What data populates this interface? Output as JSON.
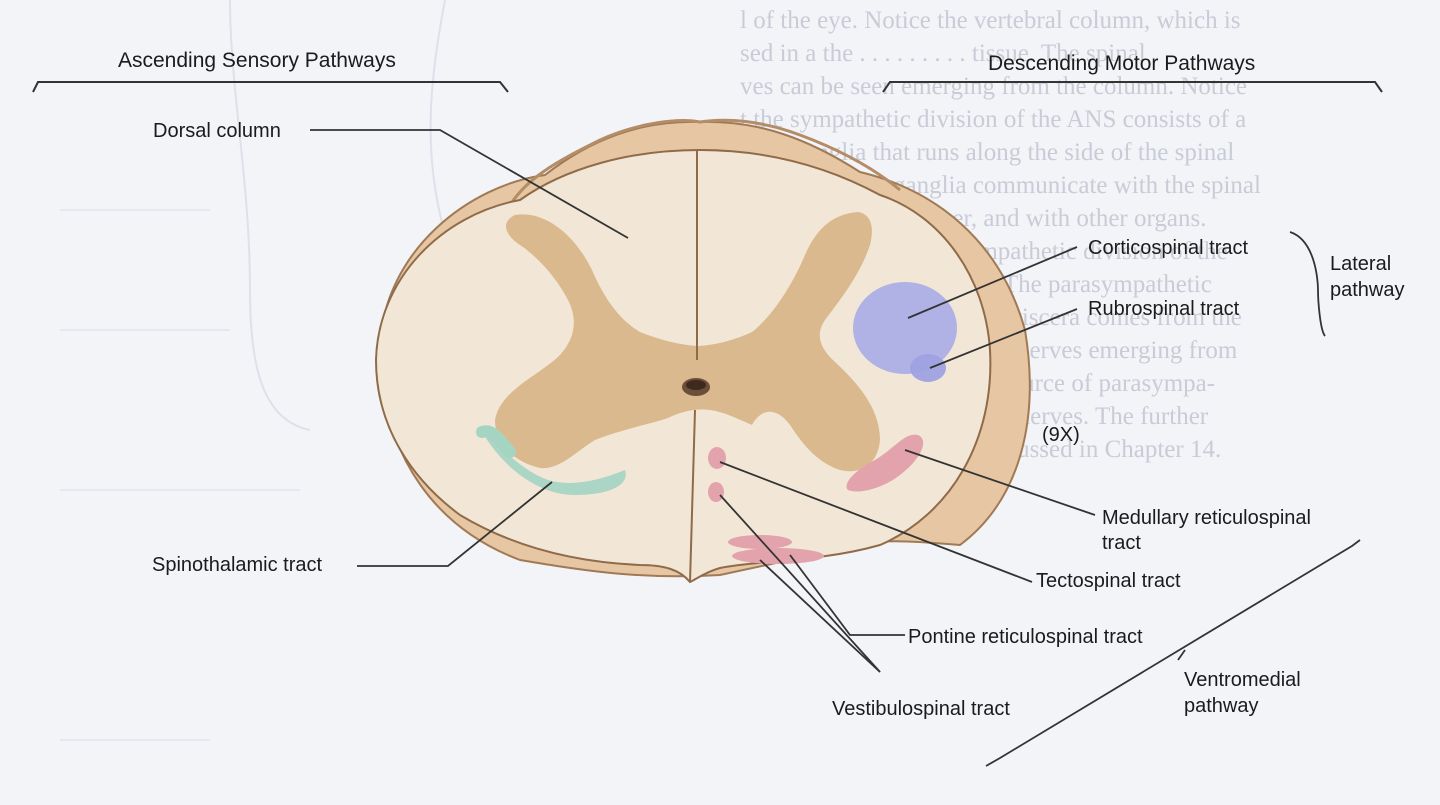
{
  "headers": {
    "ascending": "Ascending Sensory Pathways",
    "descending": "Descending Motor Pathways"
  },
  "magnification": "(9X)",
  "labels": {
    "dorsal_column": "Dorsal column",
    "spinothalamic": "Spinothalamic tract",
    "corticospinal": "Corticospinal tract",
    "rubrospinal": "Rubrospinal tract",
    "lateral_line1": "Lateral",
    "lateral_line2": "pathway",
    "medullary_line1": "Medullary reticulospinal",
    "medullary_line2": "tract",
    "tectospinal": "Tectospinal tract",
    "pontine": "Pontine reticulospinal tract",
    "vestibulospinal": "Vestibulospinal tract",
    "ventromedial_line1": "Ventromedial",
    "ventromedial_line2": "pathway"
  },
  "background_text": [
    "l of the eye. Notice the vertebral column, which is",
    "sed in a the . . . . . . . . . tissue. The spinal",
    "ves can be seen emerging from the column. Notice",
    "t the sympathetic division of the ANS consists of a",
    "in of ganglia that runs along the side of the spinal",
    "column. These ganglia communicate with the spinal",
    "nerves, with each other, and with other organs.",
    "atic ganglia. The parasympathetic division of the",
    "S is organized differently. The parasympathetic",
    "pathetic innervation of the viscera comes from the",
    "us nerve, one of the cranial nerves emerging from",
    "medulla. The other major source of parasympa-",
    "ic fibers is the sacral spinal nerves. The further",
    "mination of the ANS is discussed in Chapter 14."
  ],
  "colors": {
    "white_matter": "#f2e7d6",
    "gray_matter": "#dbb98f",
    "outer_band": "#e6c6a3",
    "corticospinal": "#a9abe6",
    "rubrospinal": "#9ea2e2",
    "spinothalamic": "#a6d4c3",
    "reticulospinal": "#e3a3ad"
  }
}
